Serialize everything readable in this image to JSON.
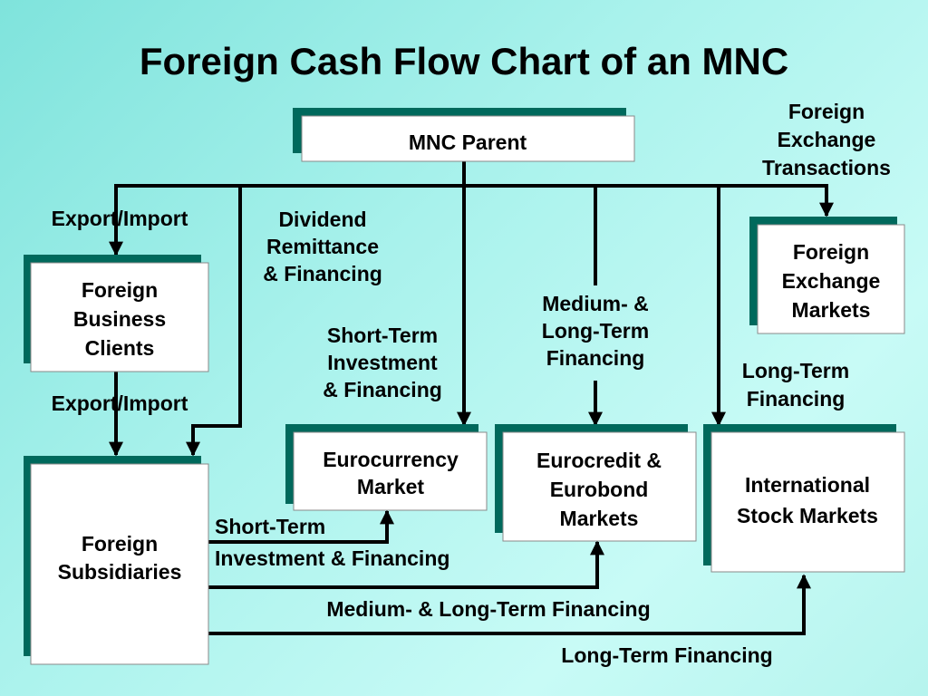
{
  "title": "Foreign Cash Flow Chart of an MNC",
  "nodes": {
    "mnc_parent": [
      "MNC Parent"
    ],
    "foreign_business_clients": [
      "Foreign",
      "Business",
      "Clients"
    ],
    "foreign_subsidiaries": [
      "Foreign",
      "Subsidiaries"
    ],
    "foreign_exchange_markets": [
      "Foreign",
      "Exchange",
      "Markets"
    ],
    "eurocurrency_market": [
      "Eurocurrency",
      "Market"
    ],
    "eurocredit_eurobond_markets": [
      "Eurocredit &",
      "Eurobond",
      "Markets"
    ],
    "international_stock_markets": [
      "International",
      "Stock Markets"
    ]
  },
  "labels": {
    "foreign_exchange_transactions": [
      "Foreign",
      "Exchange",
      "Transactions"
    ],
    "export_import_top": [
      "Export/Import"
    ],
    "export_import_bottom": [
      "Export/Import"
    ],
    "dividend_remittance": [
      "Dividend",
      "Remittance",
      "& Financing"
    ],
    "short_term_investment_parent": [
      "Short-Term",
      "Investment",
      "& Financing"
    ],
    "medium_long_term_parent": [
      "Medium- &",
      "Long-Term",
      "Financing"
    ],
    "long_term_parent": [
      "Long-Term",
      "Financing"
    ],
    "short_term_subsidiary": [
      "Short-Term",
      "Investment & Financing"
    ],
    "medium_long_term_subsidiary": [
      "Medium- & Long-Term Financing"
    ],
    "long_term_subsidiary": [
      "Long-Term Financing"
    ]
  },
  "colors": {
    "shadow": "#00695c",
    "box_fill": "#ffffff",
    "line": "#000000"
  }
}
